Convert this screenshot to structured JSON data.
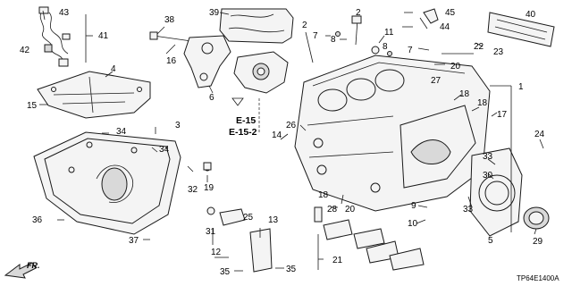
{
  "diagram": {
    "drawing_code": "TP64E1400A",
    "section_refs": [
      "E-15",
      "E-15-2"
    ],
    "direction_label": "FR.",
    "callouts": [
      {
        "id": "c43",
        "label": "43"
      },
      {
        "id": "c42",
        "label": "42"
      },
      {
        "id": "c41",
        "label": "41"
      },
      {
        "id": "c38",
        "label": "38"
      },
      {
        "id": "c16",
        "label": "16"
      },
      {
        "id": "c39",
        "label": "39"
      },
      {
        "id": "c2a",
        "label": "2"
      },
      {
        "id": "c2b",
        "label": "2"
      },
      {
        "id": "c45",
        "label": "45"
      },
      {
        "id": "c44",
        "label": "44"
      },
      {
        "id": "c40",
        "label": "40"
      },
      {
        "id": "c7a",
        "label": "7"
      },
      {
        "id": "c8a",
        "label": "8"
      },
      {
        "id": "c11",
        "label": "11"
      },
      {
        "id": "c8b",
        "label": "8"
      },
      {
        "id": "c7b",
        "label": "7"
      },
      {
        "id": "c22",
        "label": "22"
      },
      {
        "id": "c23",
        "label": "23"
      },
      {
        "id": "c6",
        "label": "6"
      },
      {
        "id": "c4",
        "label": "4"
      },
      {
        "id": "c15",
        "label": "15"
      },
      {
        "id": "c20a",
        "label": "20"
      },
      {
        "id": "c27",
        "label": "27"
      },
      {
        "id": "c1",
        "label": "1"
      },
      {
        "id": "c18a",
        "label": "18"
      },
      {
        "id": "c18b",
        "label": "18"
      },
      {
        "id": "c17",
        "label": "17"
      },
      {
        "id": "c3",
        "label": "3"
      },
      {
        "id": "c14",
        "label": "14"
      },
      {
        "id": "c26",
        "label": "26"
      },
      {
        "id": "c34a",
        "label": "34"
      },
      {
        "id": "c34b",
        "label": "34"
      },
      {
        "id": "c24",
        "label": "24"
      },
      {
        "id": "c33a",
        "label": "33"
      },
      {
        "id": "c30",
        "label": "30"
      },
      {
        "id": "c32",
        "label": "32"
      },
      {
        "id": "c19",
        "label": "19"
      },
      {
        "id": "c36",
        "label": "36"
      },
      {
        "id": "c18c",
        "label": "18"
      },
      {
        "id": "c28",
        "label": "28"
      },
      {
        "id": "c20b",
        "label": "20"
      },
      {
        "id": "c9",
        "label": "9"
      },
      {
        "id": "c33b",
        "label": "33"
      },
      {
        "id": "c25",
        "label": "25"
      },
      {
        "id": "c10",
        "label": "10"
      },
      {
        "id": "c31",
        "label": "31"
      },
      {
        "id": "c37",
        "label": "37"
      },
      {
        "id": "c12",
        "label": "12"
      },
      {
        "id": "c13",
        "label": "13"
      },
      {
        "id": "c5",
        "label": "5"
      },
      {
        "id": "c29",
        "label": "29"
      },
      {
        "id": "c21",
        "label": "21"
      },
      {
        "id": "c35a",
        "label": "35"
      },
      {
        "id": "c35b",
        "label": "35"
      }
    ]
  }
}
